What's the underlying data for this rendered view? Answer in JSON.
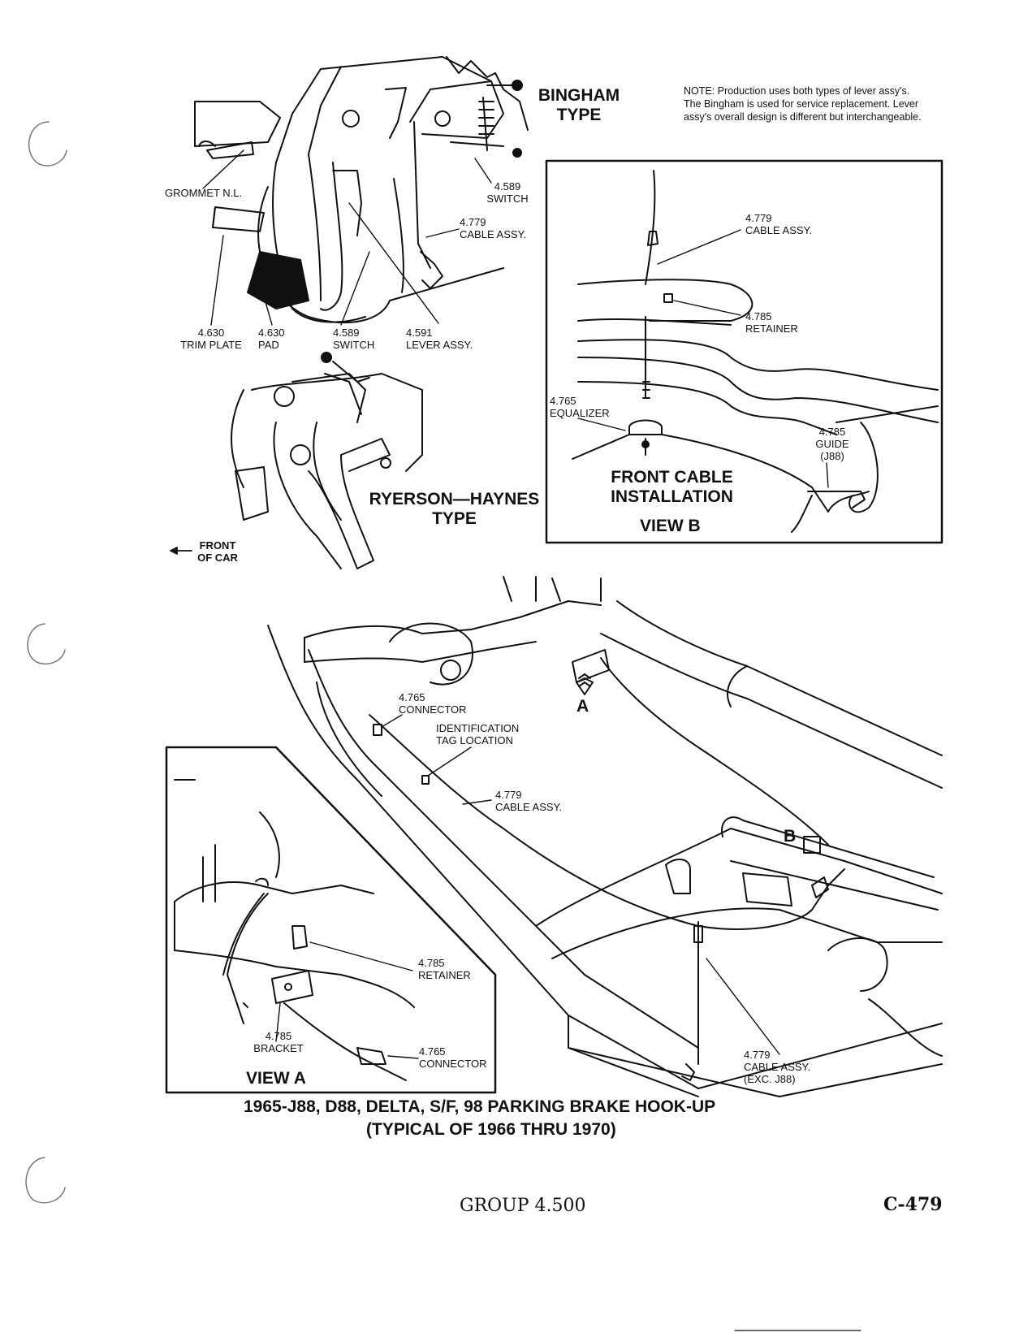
{
  "top_left": {
    "type_bingham": [
      "BINGHAM",
      "TYPE"
    ],
    "note": "NOTE: Production uses both types of lever assy's. The Bingham is used for service replacement. Lever assy's overall design is different but interchangeable.",
    "callouts": {
      "grommet": "GROMMET N.L.",
      "switch_top": [
        "4.589",
        "SWITCH"
      ],
      "cable_top": [
        "4.779",
        "CABLE ASSY."
      ],
      "trim_plate": [
        "4.630",
        "TRIM PLATE"
      ],
      "pad": [
        "4.630",
        "PAD"
      ],
      "switch_mid": [
        "4.589",
        "SWITCH"
      ],
      "lever": [
        "4.591",
        "LEVER ASSY."
      ]
    },
    "type_ryerson": [
      "RYERSON—HAYNES",
      "TYPE"
    ],
    "front_of_car": [
      "FRONT",
      "OF CAR"
    ]
  },
  "view_b": {
    "cable": [
      "4.779",
      "CABLE ASSY."
    ],
    "retainer": [
      "4.785",
      "RETAINER"
    ],
    "equalizer": [
      "4.765",
      "EQUALIZER"
    ],
    "guide": [
      "4.785",
      "GUIDE",
      "(J88)"
    ],
    "title": [
      "FRONT CABLE",
      "INSTALLATION"
    ],
    "view": "VIEW B"
  },
  "main": {
    "connector": [
      "4.765",
      "CONNECTOR"
    ],
    "id_tag": [
      "IDENTIFICATION",
      "TAG LOCATION"
    ],
    "cable_mid": [
      "4.779",
      "CABLE ASSY."
    ],
    "marker_a": "A",
    "marker_b": "B",
    "cable_rear": [
      "4.779",
      "CABLE ASSY.",
      "(EXC. J88)"
    ]
  },
  "view_a": {
    "retainer": [
      "4.785",
      "RETAINER"
    ],
    "bracket": [
      "4.785",
      "BRACKET"
    ],
    "connector": [
      "4.765",
      "CONNECTOR"
    ],
    "view": "VIEW A"
  },
  "caption": [
    "1965-J88, D88, DELTA, S/F, 98 PARKING BRAKE HOOK-UP",
    "(TYPICAL OF 1966 THRU 1970)"
  ],
  "footer": {
    "group": "GROUP 4.500",
    "page": "C-479"
  }
}
